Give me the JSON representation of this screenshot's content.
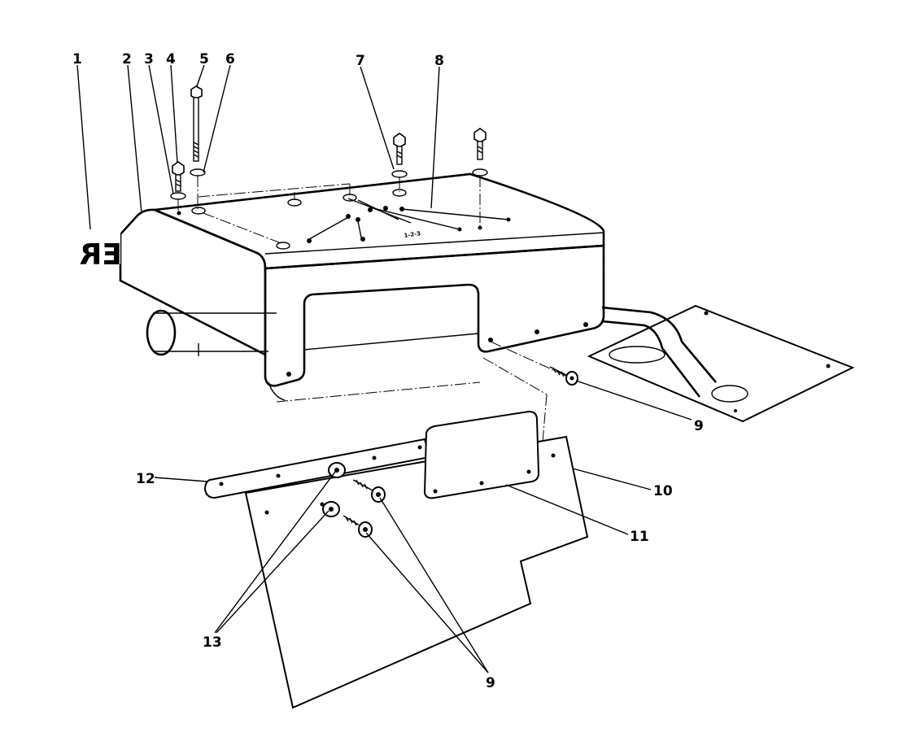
{
  "figure": {
    "stamp_text": "ER",
    "marker_text": "1-2-3",
    "callouts": [
      {
        "id": "c1",
        "label": "1"
      },
      {
        "id": "c2",
        "label": "2"
      },
      {
        "id": "c3",
        "label": "3"
      },
      {
        "id": "c4",
        "label": "4"
      },
      {
        "id": "c5",
        "label": "5"
      },
      {
        "id": "c6",
        "label": "6"
      },
      {
        "id": "c7",
        "label": "7"
      },
      {
        "id": "c8",
        "label": "8"
      },
      {
        "id": "c9a",
        "label": "9"
      },
      {
        "id": "c10",
        "label": "10"
      },
      {
        "id": "c11",
        "label": "11"
      },
      {
        "id": "c12",
        "label": "12"
      },
      {
        "id": "c13",
        "label": "13"
      },
      {
        "id": "c9b",
        "label": "9"
      }
    ]
  }
}
